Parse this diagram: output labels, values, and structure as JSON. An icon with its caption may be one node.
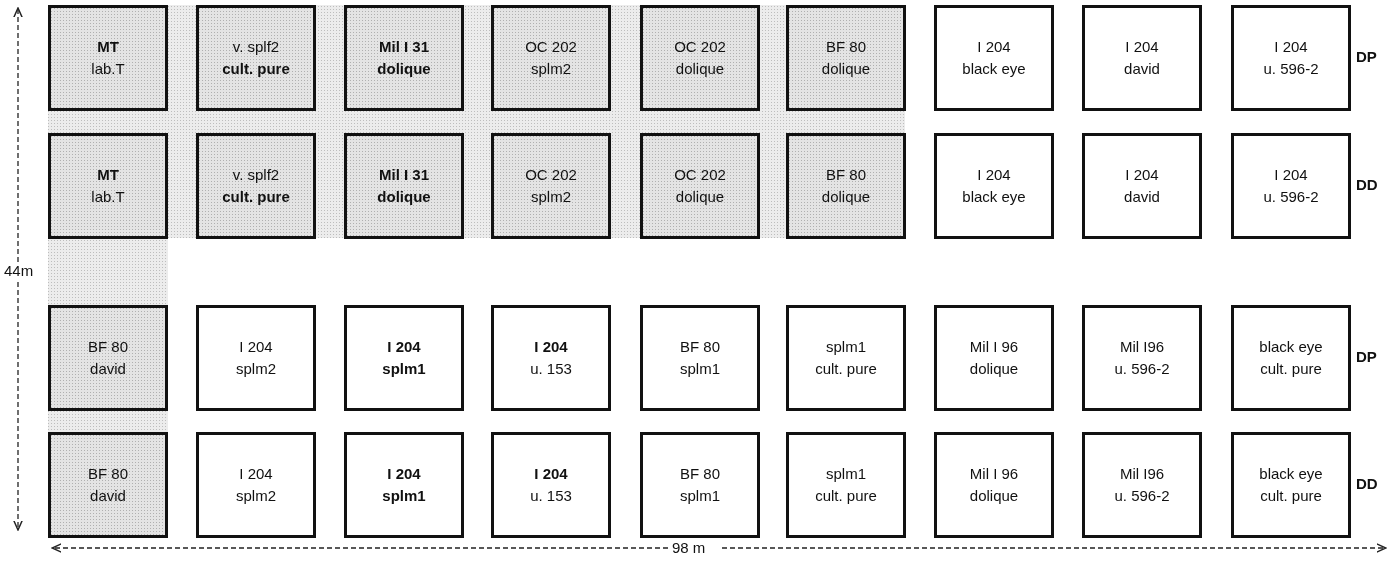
{
  "diagram": {
    "nodes": [
      {
        "text": [
          "MT",
          "lab.T"
        ]
      },
      {
        "text": [
          "v. splf2",
          "cult. pure"
        ]
      },
      {
        "text": [
          "Mil I 31",
          "dolique"
        ]
      },
      {
        "text": [
          "OC 202",
          "splm2"
        ]
      },
      {
        "text": [
          "OC 202",
          "dolique"
        ]
      },
      {
        "text": [
          "BF 80",
          "dolique"
        ]
      },
      {
        "text": [
          "I 204",
          "black eye"
        ]
      },
      {
        "text": [
          "I 204",
          "david"
        ]
      },
      {
        "text": [
          "I 204",
          "u. 596-2"
        ]
      },
      {
        "text": [
          "MT",
          "lab.T"
        ]
      },
      {
        "text": [
          "v. splf2",
          "cult. pure"
        ]
      },
      {
        "text": [
          "Mil I 31",
          "dolique"
        ]
      },
      {
        "text": [
          "OC 202",
          "splm2"
        ]
      },
      {
        "text": [
          "OC 202",
          "dolique"
        ]
      },
      {
        "text": [
          "BF 80",
          "dolique"
        ]
      },
      {
        "text": [
          "I 204",
          "black eye"
        ]
      },
      {
        "text": [
          "I 204",
          "david"
        ]
      },
      {
        "text": [
          "I 204",
          "u. 596-2"
        ]
      },
      {
        "text": [
          "BF 80",
          "david"
        ]
      },
      {
        "text": [
          "I 204",
          "splm2"
        ]
      },
      {
        "text": [
          "I 204",
          "splm1"
        ]
      },
      {
        "text": [
          "I 204",
          "u. 153"
        ]
      },
      {
        "text": [
          "BF 80",
          "splm1"
        ]
      },
      {
        "text": [
          "splm1",
          "cult. pure"
        ]
      },
      {
        "text": [
          "Mil I 96",
          "dolique"
        ]
      },
      {
        "text": [
          "Mil I96",
          "u. 596-2"
        ]
      },
      {
        "text": [
          "black eye",
          "cult. pure"
        ]
      },
      {
        "text": [
          "BF 80",
          "david"
        ]
      },
      {
        "text": [
          "I 204",
          "splm2"
        ]
      },
      {
        "text": [
          "I 204",
          "splm1"
        ]
      },
      {
        "text": [
          "I 204",
          "u. 153"
        ]
      },
      {
        "text": [
          "BF 80",
          "splm1"
        ]
      },
      {
        "text": [
          "splm1",
          "cult. pure"
        ]
      },
      {
        "text": [
          "Mil I 96",
          "dolique"
        ]
      },
      {
        "text": [
          "Mil I96",
          "u. 596-2"
        ]
      },
      {
        "text": [
          "black eye",
          "cult. pure"
        ]
      }
    ],
    "edges": [],
    "labels": [
      "DP",
      "DD",
      "44m",
      "DP",
      "DD",
      "98 m"
    ]
  }
}
